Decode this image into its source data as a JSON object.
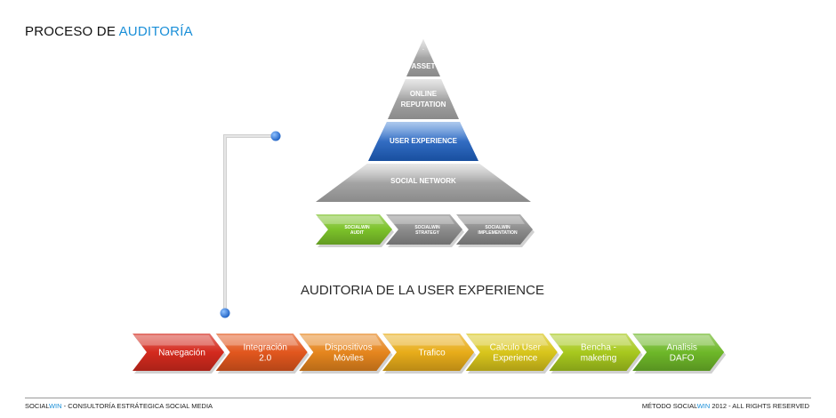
{
  "title": {
    "prefix": "PROCESO DE",
    "highlight": "AUDITORÍA"
  },
  "pyramid": {
    "levels": [
      {
        "label": "ASSET",
        "label2": "",
        "style": "gray"
      },
      {
        "label": "ONLINE",
        "label2": "REPUTATION",
        "style": "gray"
      },
      {
        "label": "USER EXPERIENCE",
        "label2": "",
        "style": "blue"
      },
      {
        "label": "SOCIAL NETWORK",
        "label2": "",
        "style": "gray"
      }
    ],
    "apex_mark": "·"
  },
  "phases": [
    {
      "line1": "SOCIALWIN",
      "line2": "AUDIT",
      "color": "#7cc22a"
    },
    {
      "line1": "SOCIALWIN",
      "line2": "STRATEGY",
      "color": "#8c8c8c"
    },
    {
      "line1": "SOCIALWIN",
      "line2": "IMPLEMENTATION",
      "color": "#8c8c8c"
    }
  ],
  "subtitle": "AUDITORIA DE LA USER EXPERIENCE",
  "steps": [
    {
      "line1": "Navegación",
      "line2": "",
      "color": "#d42a1e"
    },
    {
      "line1": "Integración",
      "line2": "2.0",
      "color": "#e2571e"
    },
    {
      "line1": "Dispositivos",
      "line2": "Móviles",
      "color": "#e6861e"
    },
    {
      "line1": "Trafico",
      "line2": "",
      "color": "#e8ad1a"
    },
    {
      "line1": "Calculo User",
      "line2": "Experience",
      "color": "#d9c61c"
    },
    {
      "line1": "Bencha -",
      "line2": "maketing",
      "color": "#a8c91e"
    },
    {
      "line1": "Analisis",
      "line2": "DAFO",
      "color": "#6eb829"
    }
  ],
  "footer": {
    "left_brand_a": "SOCIAL",
    "left_brand_b": "WIN",
    "left_rest": " - CONSULTORÍA ESTRÁTEGICA SOCIAL MEDIA",
    "right_pre": "MÉTODO ",
    "right_brand_a": "SOCIAL",
    "right_brand_b": "WIN",
    "right_rest": " 2012 - ALL RIGHTS RESERVED"
  }
}
